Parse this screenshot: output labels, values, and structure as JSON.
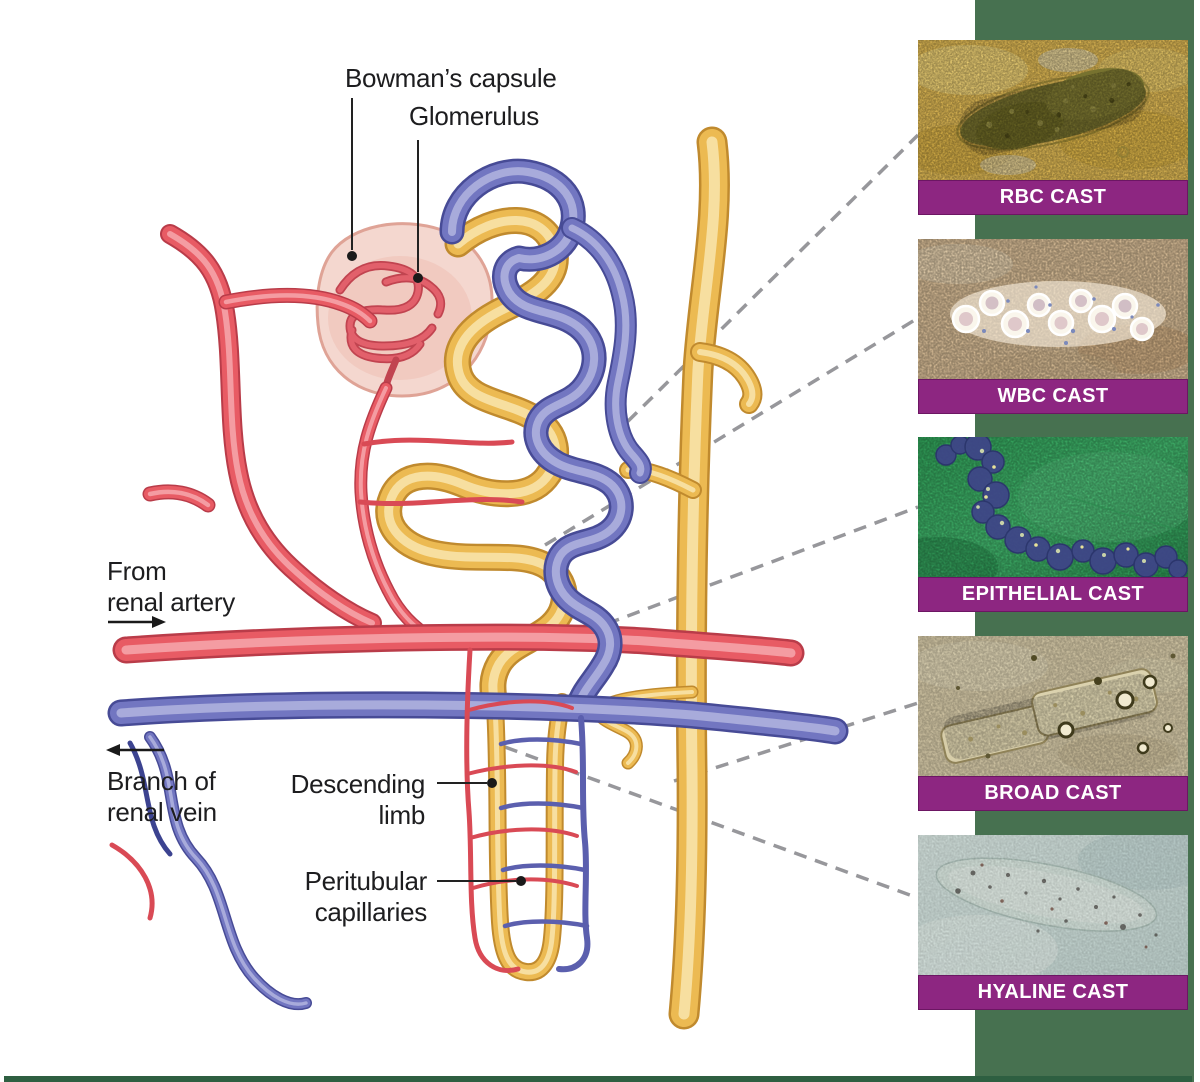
{
  "figure": {
    "title": "Nephron diagram with urinary cast micrographs"
  },
  "diagram": {
    "labels": {
      "bowmans_capsule": "Bowman’s capsule",
      "glomerulus": "Glomerulus",
      "from_renal_artery": [
        "From",
        "renal artery"
      ],
      "branch_renal_vein": [
        "Branch of",
        "renal vein"
      ],
      "descending_limb": [
        "Descending",
        "limb"
      ],
      "peritubular_capillaries": [
        "Peritubular",
        "capillaries"
      ]
    },
    "icons": {
      "from_artery_arrow": "arrow-right",
      "branch_vein_arrow": "arrow-left"
    }
  },
  "casts": [
    {
      "label": "RBC CAST",
      "image": "rbc-cast-micrograph"
    },
    {
      "label": "WBC CAST",
      "image": "wbc-cast-micrograph"
    },
    {
      "label": "EPITHELIAL CAST",
      "image": "epithelial-cast-micrograph"
    },
    {
      "label": "BROAD CAST",
      "image": "broad-cast-micrograph"
    },
    {
      "label": "HYALINE CAST",
      "image": "hyaline-cast-micrograph"
    }
  ],
  "colors": {
    "accent_purple": "#8d2681",
    "green_strip": "#477150",
    "bottom_rule": "#2e5f41",
    "artery_red": "#e85b64",
    "vein_blue": "#7276c1",
    "tubule_yellow": "#ecba52",
    "capsule_pink": "#f4d7cf",
    "connector_gray": "#97979b",
    "label_text": "#1d1d1f"
  }
}
